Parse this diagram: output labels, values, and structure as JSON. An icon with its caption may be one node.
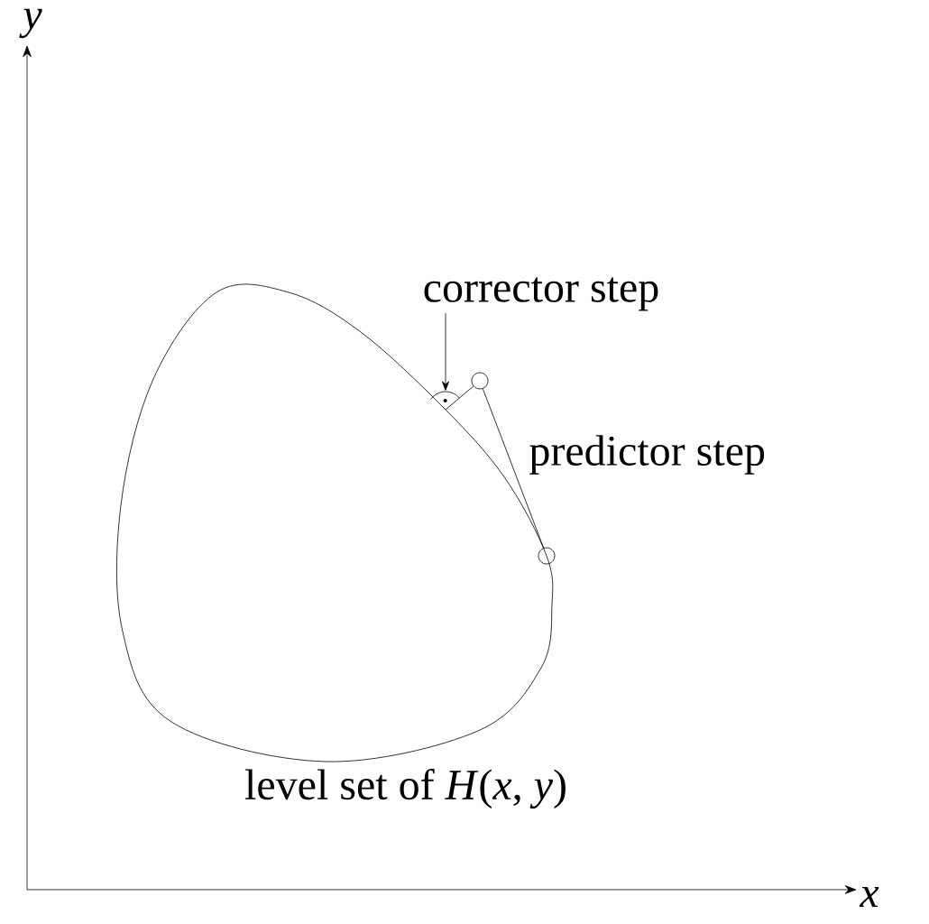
{
  "diagram": {
    "nodes": [
      {
        "text": [],
        "shape": "circle"
      },
      {
        "text": [],
        "shape": "circle"
      },
      {
        "text": [
          "corrector step"
        ]
      },
      {
        "text": [],
        "shape": "arc"
      }
    ],
    "edges": [
      {
        "from": 0,
        "to": 1,
        "arrow": "none"
      },
      {
        "from": 2,
        "to": 3,
        "arrow": "to"
      },
      {
        "from": 1,
        "to": 3,
        "arrow": "none"
      }
    ],
    "labels": [
      "predictor step",
      "level set of *H*(*x*, *y*)",
      "*y*",
      "*x*"
    ]
  }
}
